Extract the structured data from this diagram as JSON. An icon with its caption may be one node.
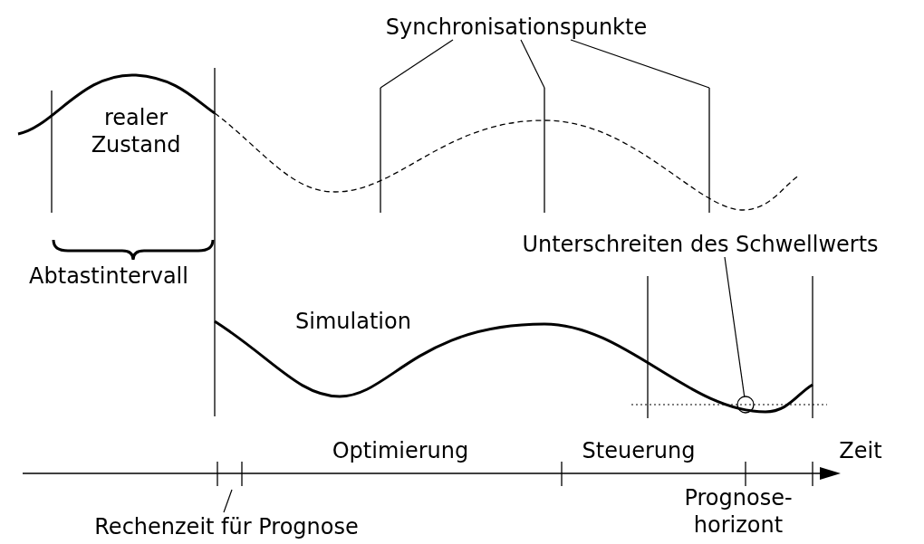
{
  "diagram": {
    "nodes": [
      {
        "text": [
          "Synchronisationspunkte"
        ]
      },
      {
        "text": [],
        "shape": "line"
      },
      {
        "text": [],
        "shape": "line"
      },
      {
        "text": [],
        "shape": "line"
      },
      {
        "text": [
          "Unterschreiten des Schwellwerts"
        ]
      },
      {
        "text": [],
        "shape": "circle"
      },
      {
        "text": [
          "Rechenzeit für Prognose"
        ]
      }
    ],
    "edges": [
      {
        "from": 0,
        "to": 1,
        "arrow": "none"
      },
      {
        "from": 0,
        "to": 2,
        "arrow": "none"
      },
      {
        "from": 0,
        "to": 3,
        "arrow": "none"
      },
      {
        "from": 4,
        "to": 5,
        "arrow": "none"
      },
      {
        "from": 6,
        "to": null,
        "arrow": "none"
      }
    ],
    "labels": [
      "realer Zustand",
      "Abtastintervall",
      "Simulation",
      "Optimierung",
      "Steuerung",
      "Zeit",
      "Prognose- horizont"
    ]
  }
}
